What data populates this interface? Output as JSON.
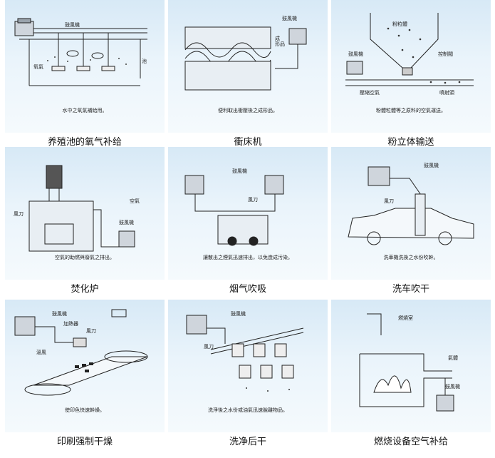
{
  "cells": [
    {
      "title": "养殖池的氧气补给",
      "caption": "水中之氧氣補給用。",
      "labels": {
        "blower": "鼓風機",
        "oxygen": "氧氣",
        "pool": "池"
      }
    },
    {
      "title": "衝床机",
      "caption": "便利取出衝壓後之成形品。",
      "labels": {
        "blower": "鼓風機",
        "product_1": "成",
        "product_2": "形品"
      }
    },
    {
      "title": "粉立体输送",
      "caption": "粉體粒體等之原料的空氣運送。",
      "labels": {
        "powder": "粉粒體",
        "blower": "鼓風機",
        "valve": "控制閥",
        "air": "壓縮空氣",
        "nozzle": "噴射頭"
      }
    },
    {
      "title": "焚化炉",
      "caption": "空氣的助燃與廢氣之排出。",
      "labels": {
        "air": "空氣",
        "knife": "風刀",
        "blower": "鼓風機"
      }
    },
    {
      "title": "烟气吹吸",
      "caption": "讓散出之煙氣迅速排出，以免造成污染。",
      "labels": {
        "blower": "鼓風機",
        "knife": "風刀"
      }
    },
    {
      "title": "洗车吹干",
      "caption": "洗車機洗後之水份吹幹。",
      "labels": {
        "blower": "鼓風機",
        "knife": "風刀"
      }
    },
    {
      "title": "印刷强制干燥",
      "caption": "使印色快速幹燥。",
      "labels": {
        "blower": "鼓風機",
        "heater": "加熱器",
        "knife": "風刀",
        "hot_air": "溫風"
      }
    },
    {
      "title": "洗净后干",
      "caption": "洗淨後之水份或油氣迅速脫離物品。",
      "labels": {
        "blower": "鼓風機",
        "knife": "風刀"
      }
    },
    {
      "title": "燃烧设备空气补给",
      "caption": "",
      "labels": {
        "chamber": "燃燒室",
        "gas": "氣體",
        "blower": "鼓風機"
      }
    }
  ]
}
